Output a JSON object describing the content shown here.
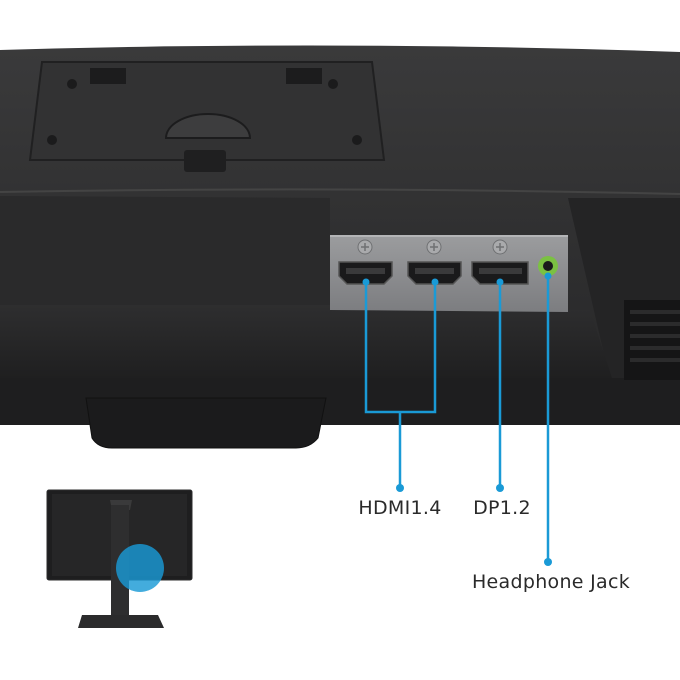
{
  "ports": {
    "hdmi_label": "HDMI1.4",
    "dp_label": "DP1.2",
    "headphone_label": "Headphone Jack"
  },
  "colors": {
    "callout_line": "#1a9ad6",
    "headphone_jack_ring": "#7bc142",
    "monitor_body": "#2b2b2c",
    "port_panel": "#8d8e90",
    "background": "#ffffff"
  },
  "icons": [
    "hdmi-port-icon",
    "displayport-port-icon",
    "audio-jack-icon",
    "screw-icon"
  ]
}
